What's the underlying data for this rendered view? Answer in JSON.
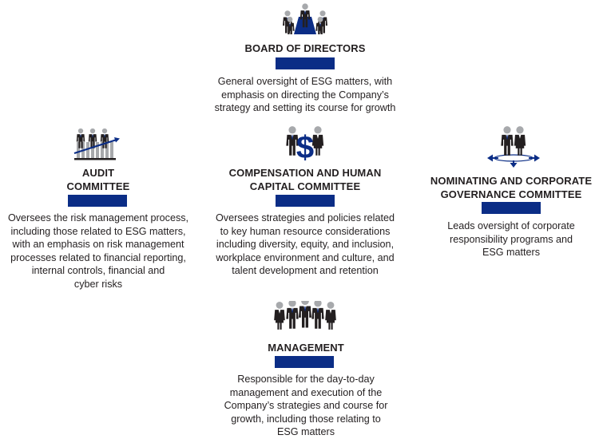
{
  "colors": {
    "accent": "#0b2d86",
    "text": "#231f20",
    "icon_dark": "#231f20",
    "icon_gray": "#a7a9ac"
  },
  "board": {
    "icon": "boardroom-people-icon",
    "title": "BOARD OF DIRECTORS",
    "description_lines": [
      "General oversight of ESG matters, with",
      "emphasis on directing the Company’s",
      "strategy and setting its course for growth"
    ]
  },
  "audit": {
    "icon": "people-growth-chart-icon",
    "title_lines": [
      "AUDIT",
      "COMMITTEE"
    ],
    "description_lines": [
      "Oversees the risk management process,",
      "including those related to ESG matters,",
      "with an emphasis on risk management",
      "processes related to financial reporting,",
      "internal controls, financial and",
      "cyber risks"
    ]
  },
  "compensation": {
    "icon": "people-dollar-icon",
    "title_lines": [
      "COMPENSATION AND HUMAN",
      "CAPITAL COMMITTEE"
    ],
    "description_lines": [
      "Oversees strategies and policies related",
      "to key human resource considerations",
      "including diversity, equity, and inclusion,",
      "workplace environment and culture, and",
      "talent development and retention"
    ]
  },
  "nominating": {
    "icon": "people-arrows-icon",
    "title_lines": [
      "NOMINATING AND CORPORATE",
      "GOVERNANCE COMMITTEE"
    ],
    "description_lines": [
      "Leads oversight of corporate",
      "responsibility programs and",
      "ESG matters"
    ]
  },
  "management": {
    "icon": "team-people-icon",
    "title": "MANAGEMENT",
    "description_lines": [
      "Responsible for the day-to-day",
      "management and execution of the",
      "Company’s strategies and course for",
      "growth, including those relating to",
      "ESG matters"
    ]
  }
}
